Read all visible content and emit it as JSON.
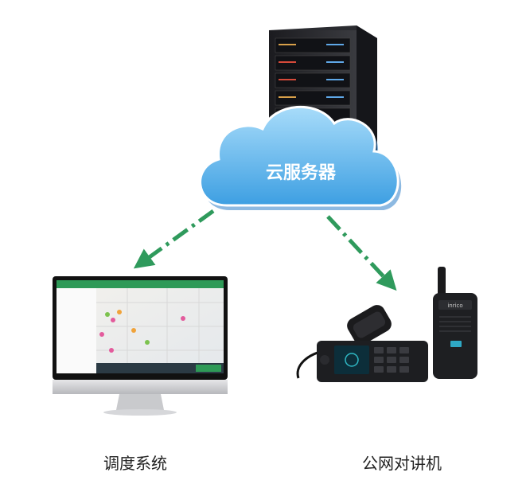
{
  "cloud": {
    "label": "云服务器",
    "color_light": "#8fd0f7",
    "color_dark": "#3a9be0"
  },
  "arrows": {
    "color": "#2f9a5c"
  },
  "nodes": {
    "dispatch": {
      "label": "调度系统"
    },
    "radio": {
      "label": "公网对讲机",
      "brand": "inrico"
    }
  },
  "server": {
    "icon": "server-rack-icon"
  },
  "monitor": {
    "icon": "monitor-map-icon"
  }
}
